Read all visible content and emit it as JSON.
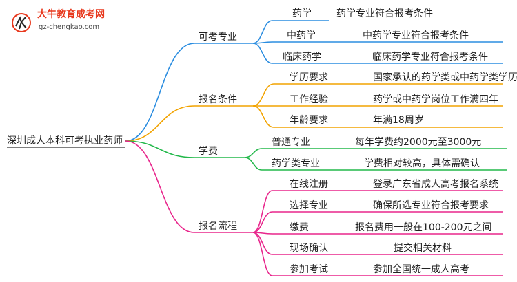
{
  "logo": {
    "name": "大牛教育成考网",
    "url": "gz-chengkao.com"
  },
  "root": "深圳成人本科可考执业药师",
  "branches": [
    {
      "label": "可考专业",
      "color": "#2b8de0",
      "items": [
        {
          "label": "药学",
          "value": "药学专业符合报考条件"
        },
        {
          "label": "中药学",
          "value": "中药学专业符合报考条件"
        },
        {
          "label": "临床药学",
          "value": "临床药学专业符合报考条件"
        }
      ]
    },
    {
      "label": "报名条件",
      "color": "#f2a300",
      "items": [
        {
          "label": "学历要求",
          "value": "国家承认的药学类或中药学类学历"
        },
        {
          "label": "工作经验",
          "value": "药学或中药学岗位工作满四年"
        },
        {
          "label": "年龄要求",
          "value": "年满18周岁"
        }
      ]
    },
    {
      "label": "学费",
      "color": "#22b84a",
      "items": [
        {
          "label": "普通专业",
          "value": "每年学费约2000元至3000元"
        },
        {
          "label": "药学类专业",
          "value": "学费相对较高，具体需确认"
        }
      ]
    },
    {
      "label": "报名流程",
      "color": "#e8268c",
      "items": [
        {
          "label": "在线注册",
          "value": "登录广东省成人高考报名系统"
        },
        {
          "label": "选择专业",
          "value": "确保所选专业符合报考要求"
        },
        {
          "label": "缴费",
          "value": "报名费用一般在100-200元之间"
        },
        {
          "label": "现场确认",
          "value": "提交相关材料"
        },
        {
          "label": "参加考试",
          "value": "参加全国统一成人高考"
        }
      ]
    }
  ]
}
